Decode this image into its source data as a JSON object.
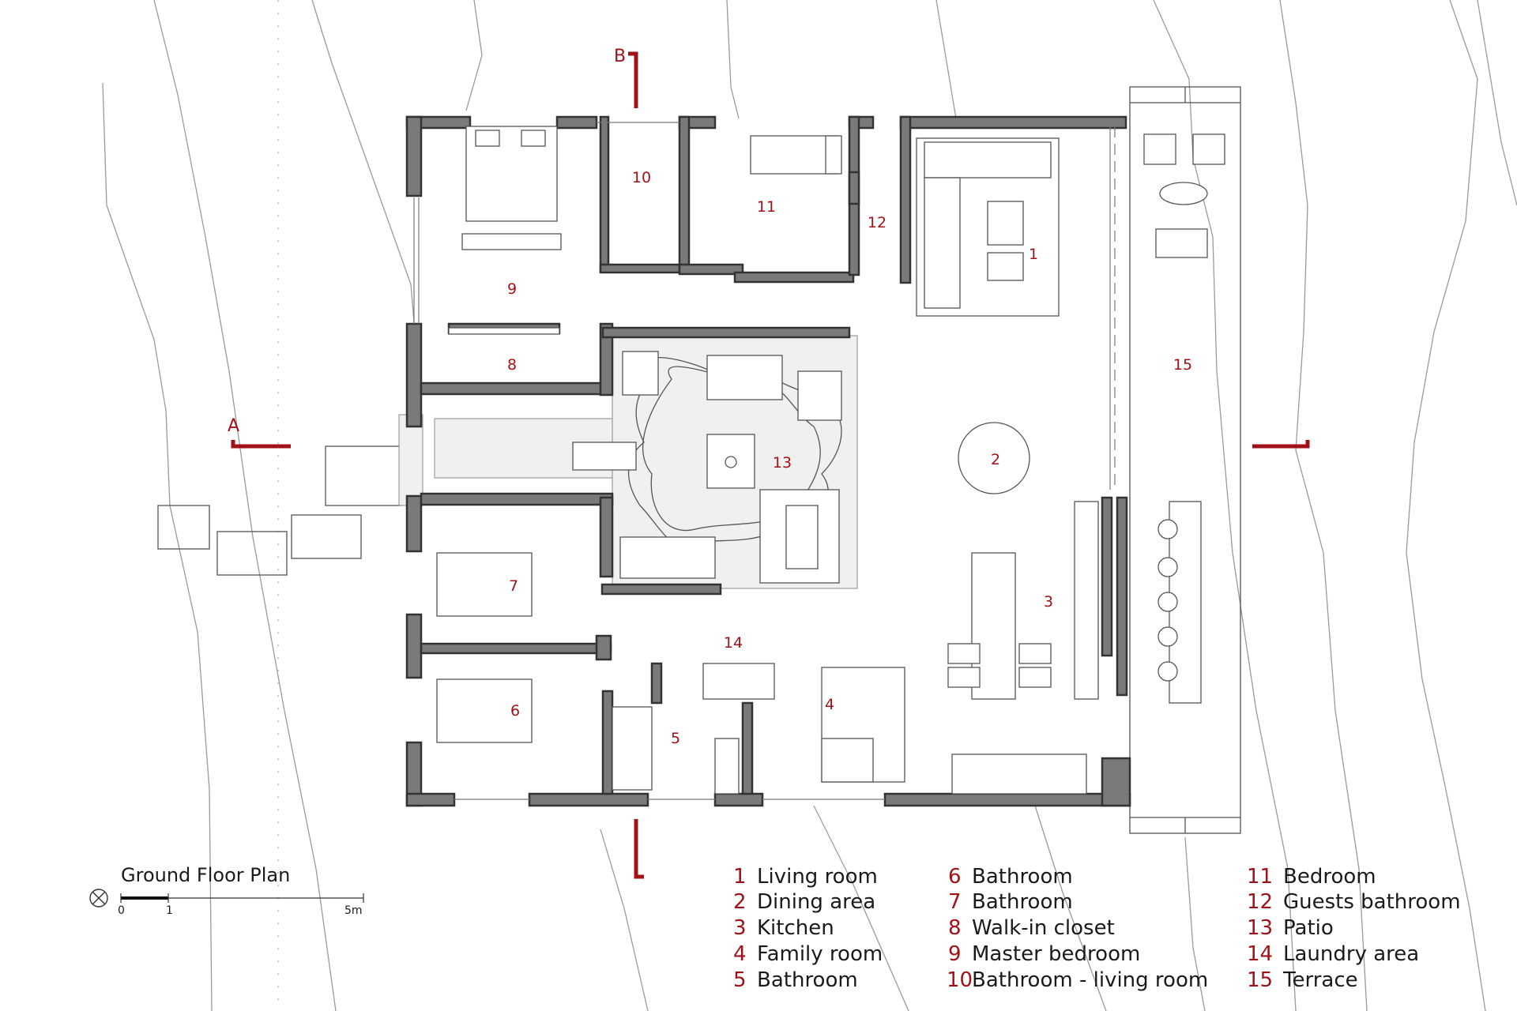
{
  "title": "Ground Floor Plan",
  "scale_bar": {
    "labels": [
      "0",
      "1",
      "5m"
    ]
  },
  "section_markers": {
    "a": "A",
    "b": "B"
  },
  "rooms": [
    {
      "id": "1",
      "label": "Living room"
    },
    {
      "id": "2",
      "label": "Dining area"
    },
    {
      "id": "3",
      "label": "Kitchen"
    },
    {
      "id": "4",
      "label": "Family room"
    },
    {
      "id": "5",
      "label": "Bathroom"
    },
    {
      "id": "6",
      "label": "Bathroom"
    },
    {
      "id": "7",
      "label": "Bathroom"
    },
    {
      "id": "8",
      "label": "Walk-in closet"
    },
    {
      "id": "9",
      "label": "Master bedroom"
    },
    {
      "id": "10",
      "label": "Bathroom - living room"
    },
    {
      "id": "11",
      "label": "Bedroom"
    },
    {
      "id": "12",
      "label": "Guests bathroom"
    },
    {
      "id": "13",
      "label": "Patio"
    },
    {
      "id": "14",
      "label": "Laundry area"
    },
    {
      "id": "15",
      "label": "Terrace"
    }
  ],
  "colors": {
    "accent": "#a01218",
    "wall": "#7a7a7a",
    "line": "#555555"
  }
}
